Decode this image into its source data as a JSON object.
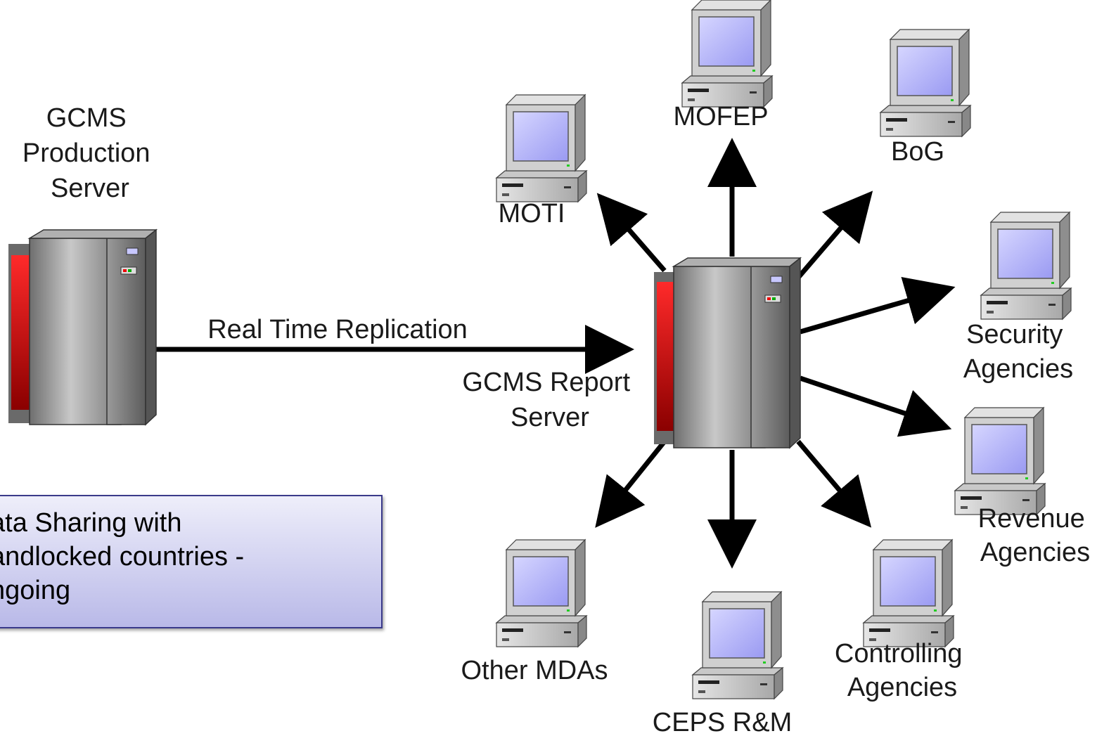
{
  "production_server": {
    "label_lines": [
      "GCMS",
      "Production",
      "Server"
    ]
  },
  "report_server": {
    "label_lines": [
      "GCMS Report",
      "Server"
    ]
  },
  "replication_link": {
    "label": "Real Time Replication"
  },
  "clients": [
    {
      "id": "moti",
      "label_lines": [
        "MOTI"
      ]
    },
    {
      "id": "mofep",
      "label_lines": [
        "MOFEP"
      ]
    },
    {
      "id": "bog",
      "label_lines": [
        "BoG"
      ]
    },
    {
      "id": "security",
      "label_lines": [
        "Security",
        "Agencies"
      ]
    },
    {
      "id": "revenue",
      "label_lines": [
        "Revenue",
        "Agencies"
      ]
    },
    {
      "id": "controlling",
      "label_lines": [
        "Controlling",
        "Agencies"
      ]
    },
    {
      "id": "ceps",
      "label_lines": [
        "CEPS R&M"
      ]
    },
    {
      "id": "other",
      "label_lines": [
        "Other MDAs"
      ]
    }
  ],
  "note": {
    "lines": [
      "ata Sharing with",
      "andlocked countries -",
      "ngoing"
    ]
  },
  "colors": {
    "server_body": "#8c8c8c",
    "server_red_panel": "#cc0000",
    "monitor_screen": "#b8b8f8",
    "arrow": "#000000",
    "note_fill": "#d6d6f4",
    "note_border": "#3a3a8a"
  }
}
